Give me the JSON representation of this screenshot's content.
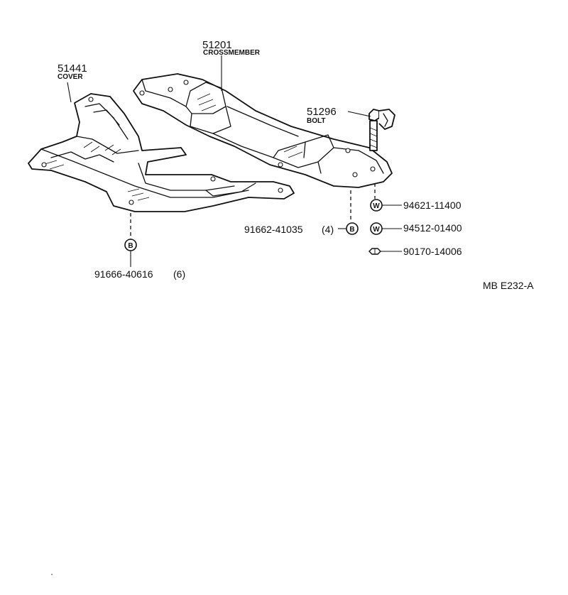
{
  "parts": {
    "crossmember": {
      "number": "51201",
      "name": "CROSSMEMBER"
    },
    "cover": {
      "number": "51441",
      "name": "COVER"
    },
    "bolt": {
      "number": "51296",
      "name": "BOLT"
    }
  },
  "fasteners": {
    "washer_1": {
      "code": "94621-11400",
      "symbol": "W"
    },
    "washer_2": {
      "code": "94512-01400",
      "symbol": "W"
    },
    "nut": {
      "code": "90170-14006"
    },
    "bolt_cover": {
      "code": "91666-40616",
      "qty": "(6)",
      "symbol": "B"
    },
    "bolt_crossmember": {
      "code": "91662-41035",
      "qty": "(4)",
      "symbol": "B"
    }
  },
  "diagram_code": "MB E232-A"
}
